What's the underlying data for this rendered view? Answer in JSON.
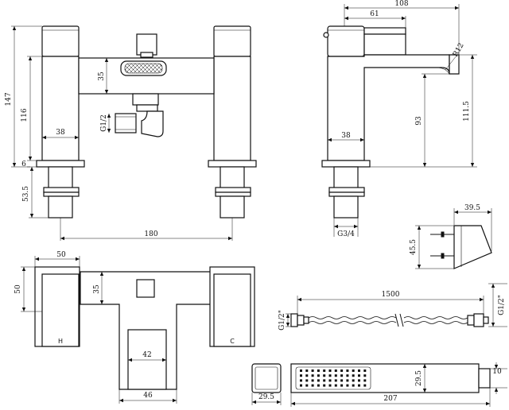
{
  "dimensions": {
    "front_width": "180",
    "front_height_total": "147",
    "front_height_body": "116",
    "front_spout_height": "35",
    "front_leg_width": "38",
    "front_base_gap": "6",
    "front_tail_length": "53.5",
    "diverter_thread": "G1/2",
    "side_depth": "108",
    "side_spout_reach": "61",
    "side_radius": "R12",
    "side_height_total": "111.5",
    "side_height_body": "93",
    "side_leg_width": "38",
    "side_thread": "G3/4",
    "bracket_width": "39.5",
    "bracket_height": "45.5",
    "plan_handle_width": "50",
    "plan_handle_depth": "50",
    "plan_diverter_offset": "35",
    "plan_spout_inner": "42",
    "plan_spout_outer": "46",
    "hose_length": "1500",
    "hose_thread_left": "G1/2\"",
    "hose_thread_right": "G1/2\"",
    "holder_width": "29.5",
    "handset_length": "207",
    "handset_height": "29.5",
    "handset_neck": "10"
  },
  "labels": {
    "hot": "H",
    "cold": "C"
  }
}
